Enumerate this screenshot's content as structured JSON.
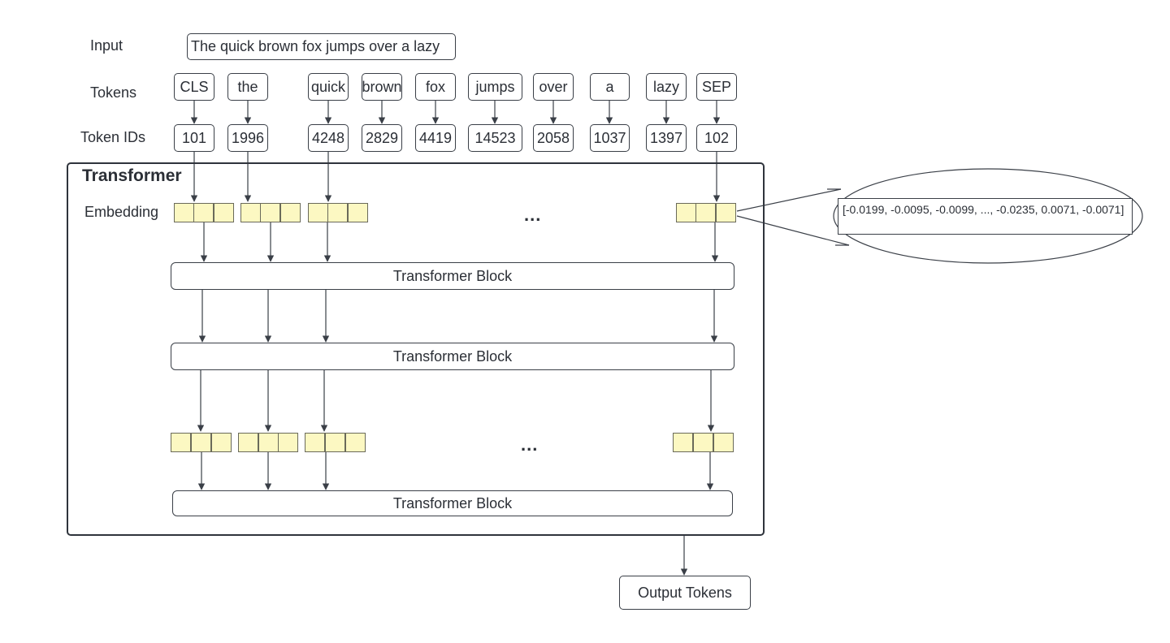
{
  "labels": {
    "input": "Input",
    "tokens": "Tokens",
    "token_ids": "Token IDs",
    "transformer": "Transformer",
    "embedding": "Embedding"
  },
  "input_text": "The quick brown fox jumps over a lazy",
  "tokens": [
    "CLS",
    "the",
    "quick",
    "brown",
    "fox",
    "jumps",
    "over",
    "a",
    "lazy",
    "SEP"
  ],
  "token_ids": [
    "101",
    "1996",
    "4248",
    "2829",
    "4419",
    "14523",
    "2058",
    "1037",
    "1397",
    "102"
  ],
  "ellipsis": "...",
  "blocks": [
    "Transformer Block",
    "Transformer Block",
    "Transformer Block"
  ],
  "vector_text": "[-0.0199, -0.0095, -0.0099,  ..., -0.0235,  0.0071, -0.0071]",
  "output": "Output Tokens",
  "colors": {
    "embedding_cell": "#fcf8c2",
    "stroke": "#3a3f47"
  }
}
